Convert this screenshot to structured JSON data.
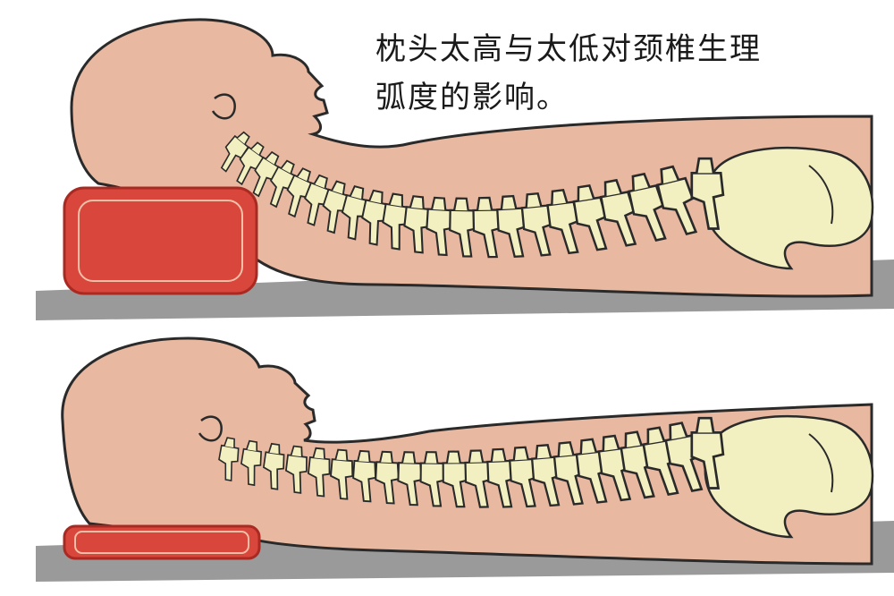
{
  "caption": {
    "line1": "枕头太高与太低对颈椎生理",
    "line2": "弧度的影响。"
  },
  "colors": {
    "skin": "#e8b9a0",
    "outline": "#2a2a2a",
    "bone": "#f2f0c0",
    "pillow_fill": "#d9463b",
    "pillow_edge": "#a82a22",
    "pillow_highlight": "#f4c0a8",
    "floor": "#9a9a9a",
    "background": "#ffffff"
  },
  "panels": [
    {
      "scenario": "pillow-too-high",
      "vertebra_count": 22
    },
    {
      "scenario": "pillow-too-low",
      "vertebra_count": 22
    }
  ]
}
